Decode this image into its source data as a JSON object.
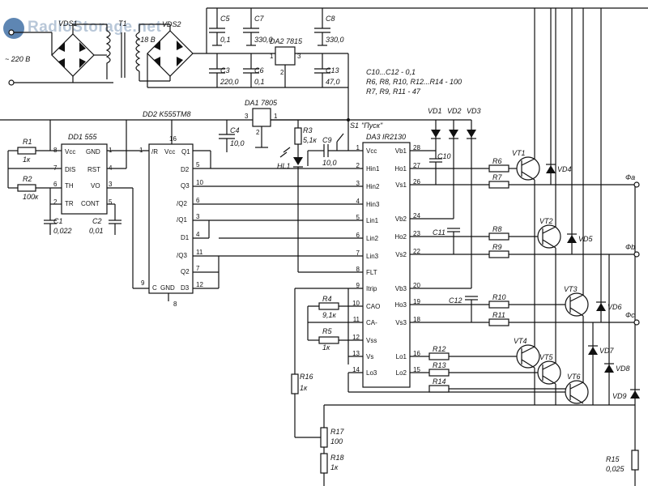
{
  "watermark": {
    "text": "RadioStorage.net"
  },
  "input": {
    "voltage": "~ 220 В"
  },
  "transformer": {
    "ref": "T1",
    "secondary": "~18 В"
  },
  "bridges": [
    "VDS1",
    "VDS2"
  ],
  "regulators": [
    {
      "ref": "DA2 7815",
      "pins": [
        "1",
        "2",
        "3"
      ]
    },
    {
      "ref": "DA1 7805",
      "pins": [
        "3",
        "2",
        "1"
      ]
    }
  ],
  "capacitors_top": [
    {
      "ref": "C5",
      "value": "0,1"
    },
    {
      "ref": "C7",
      "value": "330,0"
    },
    {
      "ref": "C8",
      "value": "330,0"
    },
    {
      "ref": "C3",
      "value": "220,0"
    },
    {
      "ref": "C6",
      "value": "0,1"
    },
    {
      "ref": "C13",
      "value": "47,0"
    }
  ],
  "notes": [
    "C10...C12 - 0,1",
    "R6, R8, R10, R12...R14 - 100",
    "R7, R9, R11 - 47"
  ],
  "timer": {
    "ref": "DD1 555",
    "left_pins": [
      {
        "n": "8",
        "name": "Vcc"
      },
      {
        "n": "7",
        "name": "DIS"
      },
      {
        "n": "6",
        "name": "TH"
      },
      {
        "n": "2",
        "name": "TR"
      }
    ],
    "right_pins": [
      {
        "n": "1",
        "name": "GND"
      },
      {
        "n": "4",
        "name": "RST"
      },
      {
        "n": "3",
        "name": "VO"
      },
      {
        "n": "5",
        "name": "CONT"
      }
    ],
    "parts": [
      {
        "ref": "R1",
        "value": "1к"
      },
      {
        "ref": "R2",
        "value": "100к"
      },
      {
        "ref": "C1",
        "value": "0,022"
      },
      {
        "ref": "C2",
        "value": "0,01"
      }
    ]
  },
  "counter": {
    "ref": "DD2 K555TM8",
    "top_pins": [
      {
        "n": "1",
        "name": "/R"
      },
      {
        "n": "16",
        "name": "Vcc"
      },
      {
        "n": "",
        "name": "Q1"
      }
    ],
    "right_pins": [
      {
        "n": "5",
        "name": "D2"
      },
      {
        "n": "10",
        "name": "Q3"
      },
      {
        "n": "6",
        "name": "/Q2"
      },
      {
        "n": "3",
        "name": "/Q1"
      },
      {
        "n": "4",
        "name": "D1"
      },
      {
        "n": "11",
        "name": "/Q3"
      },
      {
        "n": "7",
        "name": "Q2"
      },
      {
        "n": "12",
        "name": "D3"
      }
    ],
    "bottom_pins": [
      {
        "n": "9",
        "name": "C"
      },
      {
        "n": "8",
        "name": "GND"
      }
    ]
  },
  "misc": [
    {
      "ref": "C4",
      "value": "10,0"
    },
    {
      "ref": "R3",
      "value": "5,1к"
    },
    {
      "ref": "HL1",
      "value": ""
    },
    {
      "ref": "C9",
      "value": "10,0"
    },
    {
      "ref": "S1",
      "value": "\"Пуск\""
    }
  ],
  "driver": {
    "ref": "DA3 IR2130",
    "left_pins": [
      {
        "n": "1",
        "name": "Vcc"
      },
      {
        "n": "2",
        "name": "Hin1"
      },
      {
        "n": "3",
        "name": "Hin2"
      },
      {
        "n": "4",
        "name": "Hin3"
      },
      {
        "n": "5",
        "name": "Lin1"
      },
      {
        "n": "6",
        "name": "Lin2"
      },
      {
        "n": "7",
        "name": "Lin3"
      },
      {
        "n": "8",
        "name": "FLT"
      },
      {
        "n": "9",
        "name": "Itrip"
      },
      {
        "n": "10",
        "name": "CAO"
      },
      {
        "n": "11",
        "name": "CA-"
      },
      {
        "n": "12",
        "name": "Vss"
      },
      {
        "n": "13",
        "name": "Vs"
      },
      {
        "n": "14",
        "name": "Lo3"
      }
    ],
    "right_pins": [
      {
        "n": "28",
        "name": "Vb1"
      },
      {
        "n": "27",
        "name": "Ho1"
      },
      {
        "n": "26",
        "name": "Vs1"
      },
      {
        "n": "24",
        "name": "Vb2"
      },
      {
        "n": "23",
        "name": "Ho2"
      },
      {
        "n": "22",
        "name": "Vs2"
      },
      {
        "n": "20",
        "name": "Vb3"
      },
      {
        "n": "19",
        "name": "Ho3"
      },
      {
        "n": "18",
        "name": "Vs3"
      },
      {
        "n": "16",
        "name": "Lo1"
      },
      {
        "n": "15",
        "name": "Lo2"
      }
    ]
  },
  "feedback": [
    {
      "ref": "R4",
      "value": "9,1к"
    },
    {
      "ref": "R5",
      "value": "1к"
    },
    {
      "ref": "R16",
      "value": "1к"
    },
    {
      "ref": "R17",
      "value": "100"
    },
    {
      "ref": "R18",
      "value": "1к"
    }
  ],
  "bootstrap": [
    "VD1",
    "VD2",
    "VD3",
    "C10",
    "C11",
    "C12"
  ],
  "gate_resistors": [
    "R6",
    "R7",
    "R8",
    "R9",
    "R10",
    "R11",
    "R12",
    "R13",
    "R14"
  ],
  "transistors": [
    "VT1",
    "VT2",
    "VT3",
    "VT4",
    "VT5",
    "VT6"
  ],
  "diodes": [
    "VD4",
    "VD5",
    "VD6",
    "VD7",
    "VD8",
    "VD9"
  ],
  "shunt": {
    "ref": "R15",
    "value": "0,025"
  },
  "outputs": [
    "Фа",
    "Фb",
    "Фc"
  ]
}
